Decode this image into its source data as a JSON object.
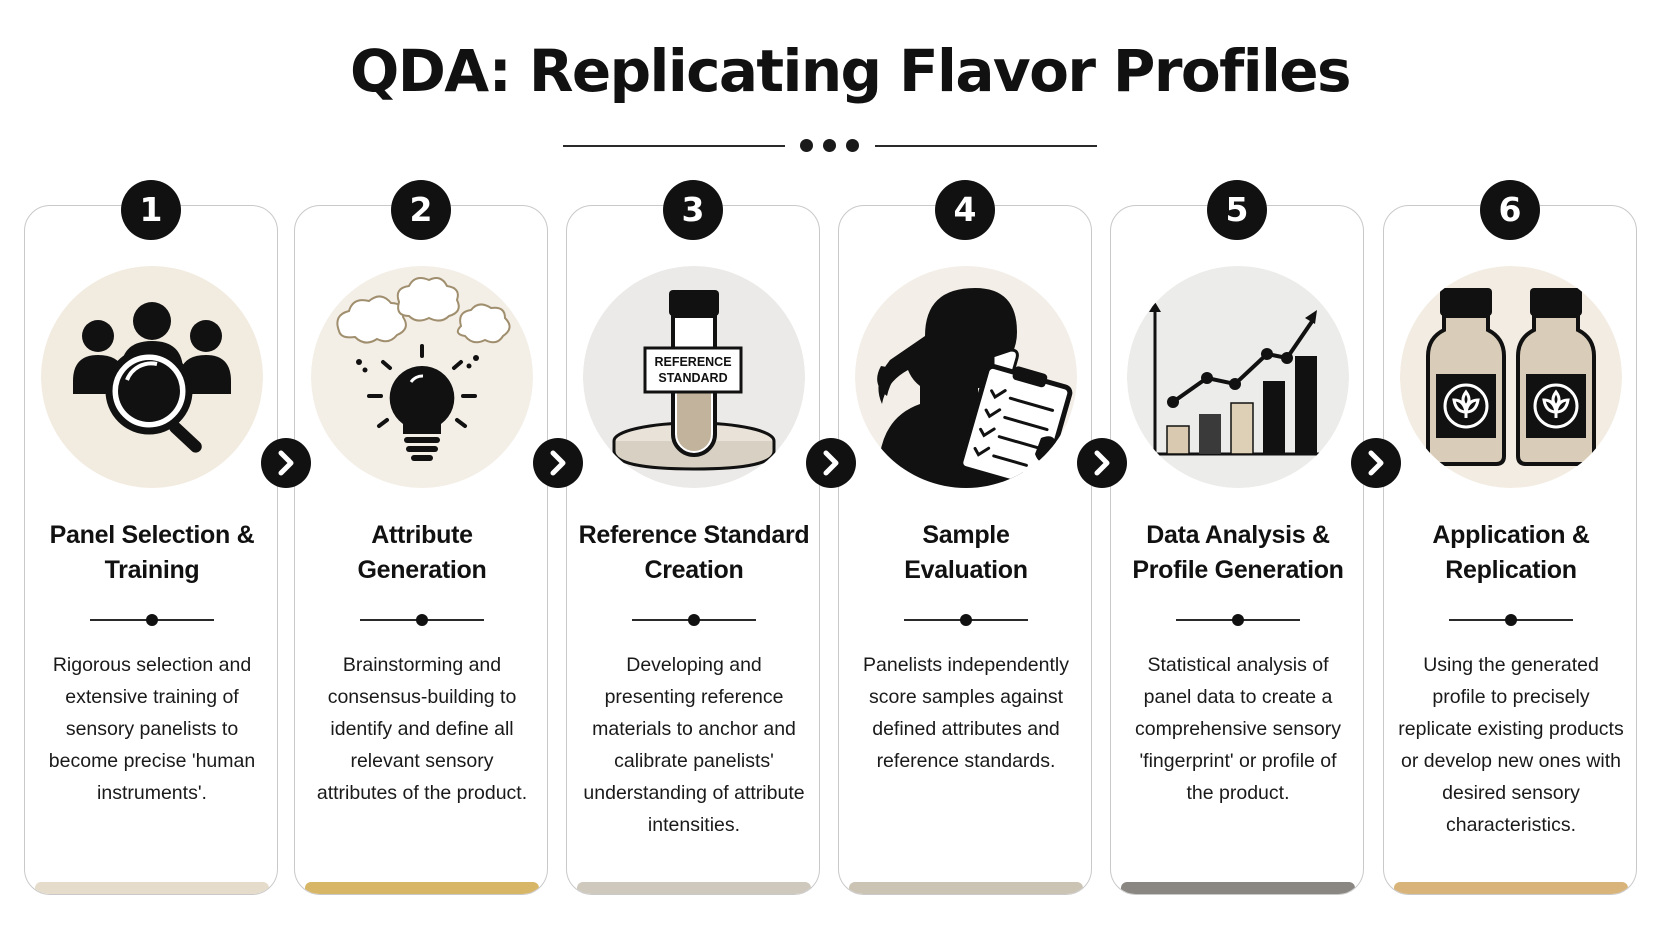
{
  "title": "QDA: Replicating Flavor Profiles",
  "arrow_icon": "chevron-right-icon",
  "steps": [
    {
      "number": "1",
      "title": "Panel Selection &\nTraining",
      "description": "Rigorous selection and extensive training of sensory panelists to become precise 'human instruments'.",
      "icon": "people-magnifier-icon",
      "accent_color": "#e6dccb",
      "circle_color": "#f2ebe0"
    },
    {
      "number": "2",
      "title": "Attribute\nGeneration",
      "description": "Brainstorming and consensus-building to identify and define all relevant sensory attributes of the product.",
      "icon": "lightbulb-thoughts-icon",
      "accent_color": "#d8b668",
      "circle_color": "#f3eee6"
    },
    {
      "number": "3",
      "title": "Reference Standard\nCreation",
      "description": "Developing and presenting reference materials to anchor and calibrate panelists' understanding of attribute intensities.",
      "icon": "reference-tube-icon",
      "tube_label_line1": "REFERENCE",
      "tube_label_line2": "STANDARD",
      "accent_color": "#cfc8bd",
      "circle_color": "#ebeae8"
    },
    {
      "number": "4",
      "title": "Sample\nEvaluation",
      "description": "Panelists independently score samples against defined attributes and reference standards.",
      "icon": "panelist-clipboard-icon",
      "accent_color": "#cbc4b5",
      "circle_color": "#f3eee7"
    },
    {
      "number": "5",
      "title": "Data Analysis &\nProfile Generation",
      "description": "Statistical analysis of panel data to create a comprehensive sensory 'fingerprint' or profile of the product.",
      "icon": "bar-trend-chart-icon",
      "accent_color": "#8a8782",
      "circle_color": "#ececea"
    },
    {
      "number": "6",
      "title": "Application &\nReplication",
      "description": "Using the generated profile to precisely replicate existing products or develop new ones with desired sensory characteristics.",
      "icon": "bottles-leaf-icon",
      "accent_color": "#d9b47a",
      "circle_color": "#f3ece2"
    }
  ]
}
